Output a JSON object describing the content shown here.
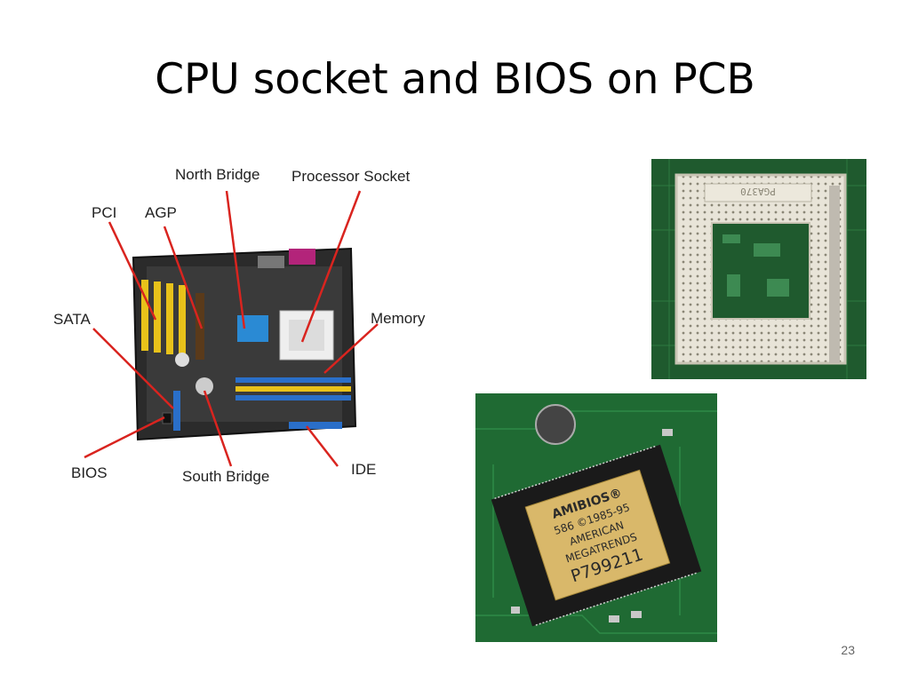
{
  "slide": {
    "title": "CPU socket and BIOS on PCB",
    "page_number": "23"
  },
  "diagram": {
    "labels": {
      "north_bridge": "North Bridge",
      "processor_socket": "Processor Socket",
      "pci": "PCI",
      "agp": "AGP",
      "sata": "SATA",
      "memory": "Memory",
      "bios": "BIOS",
      "south_bridge": "South Bridge",
      "ide": "IDE"
    }
  },
  "socket_photo": {
    "socket_marking": "PGA370"
  },
  "bios_chip_photo": {
    "chip_lines": [
      "AMIBIOS®",
      "586 ©1985-95",
      "AMERICAN",
      "MEGATRENDS",
      "P799211"
    ]
  },
  "colors": {
    "pointer_red": "#d9241f",
    "pcb_green": "#1f5a2e",
    "slot_yellow": "#e8c21a",
    "slot_blue": "#2a6fc9"
  }
}
